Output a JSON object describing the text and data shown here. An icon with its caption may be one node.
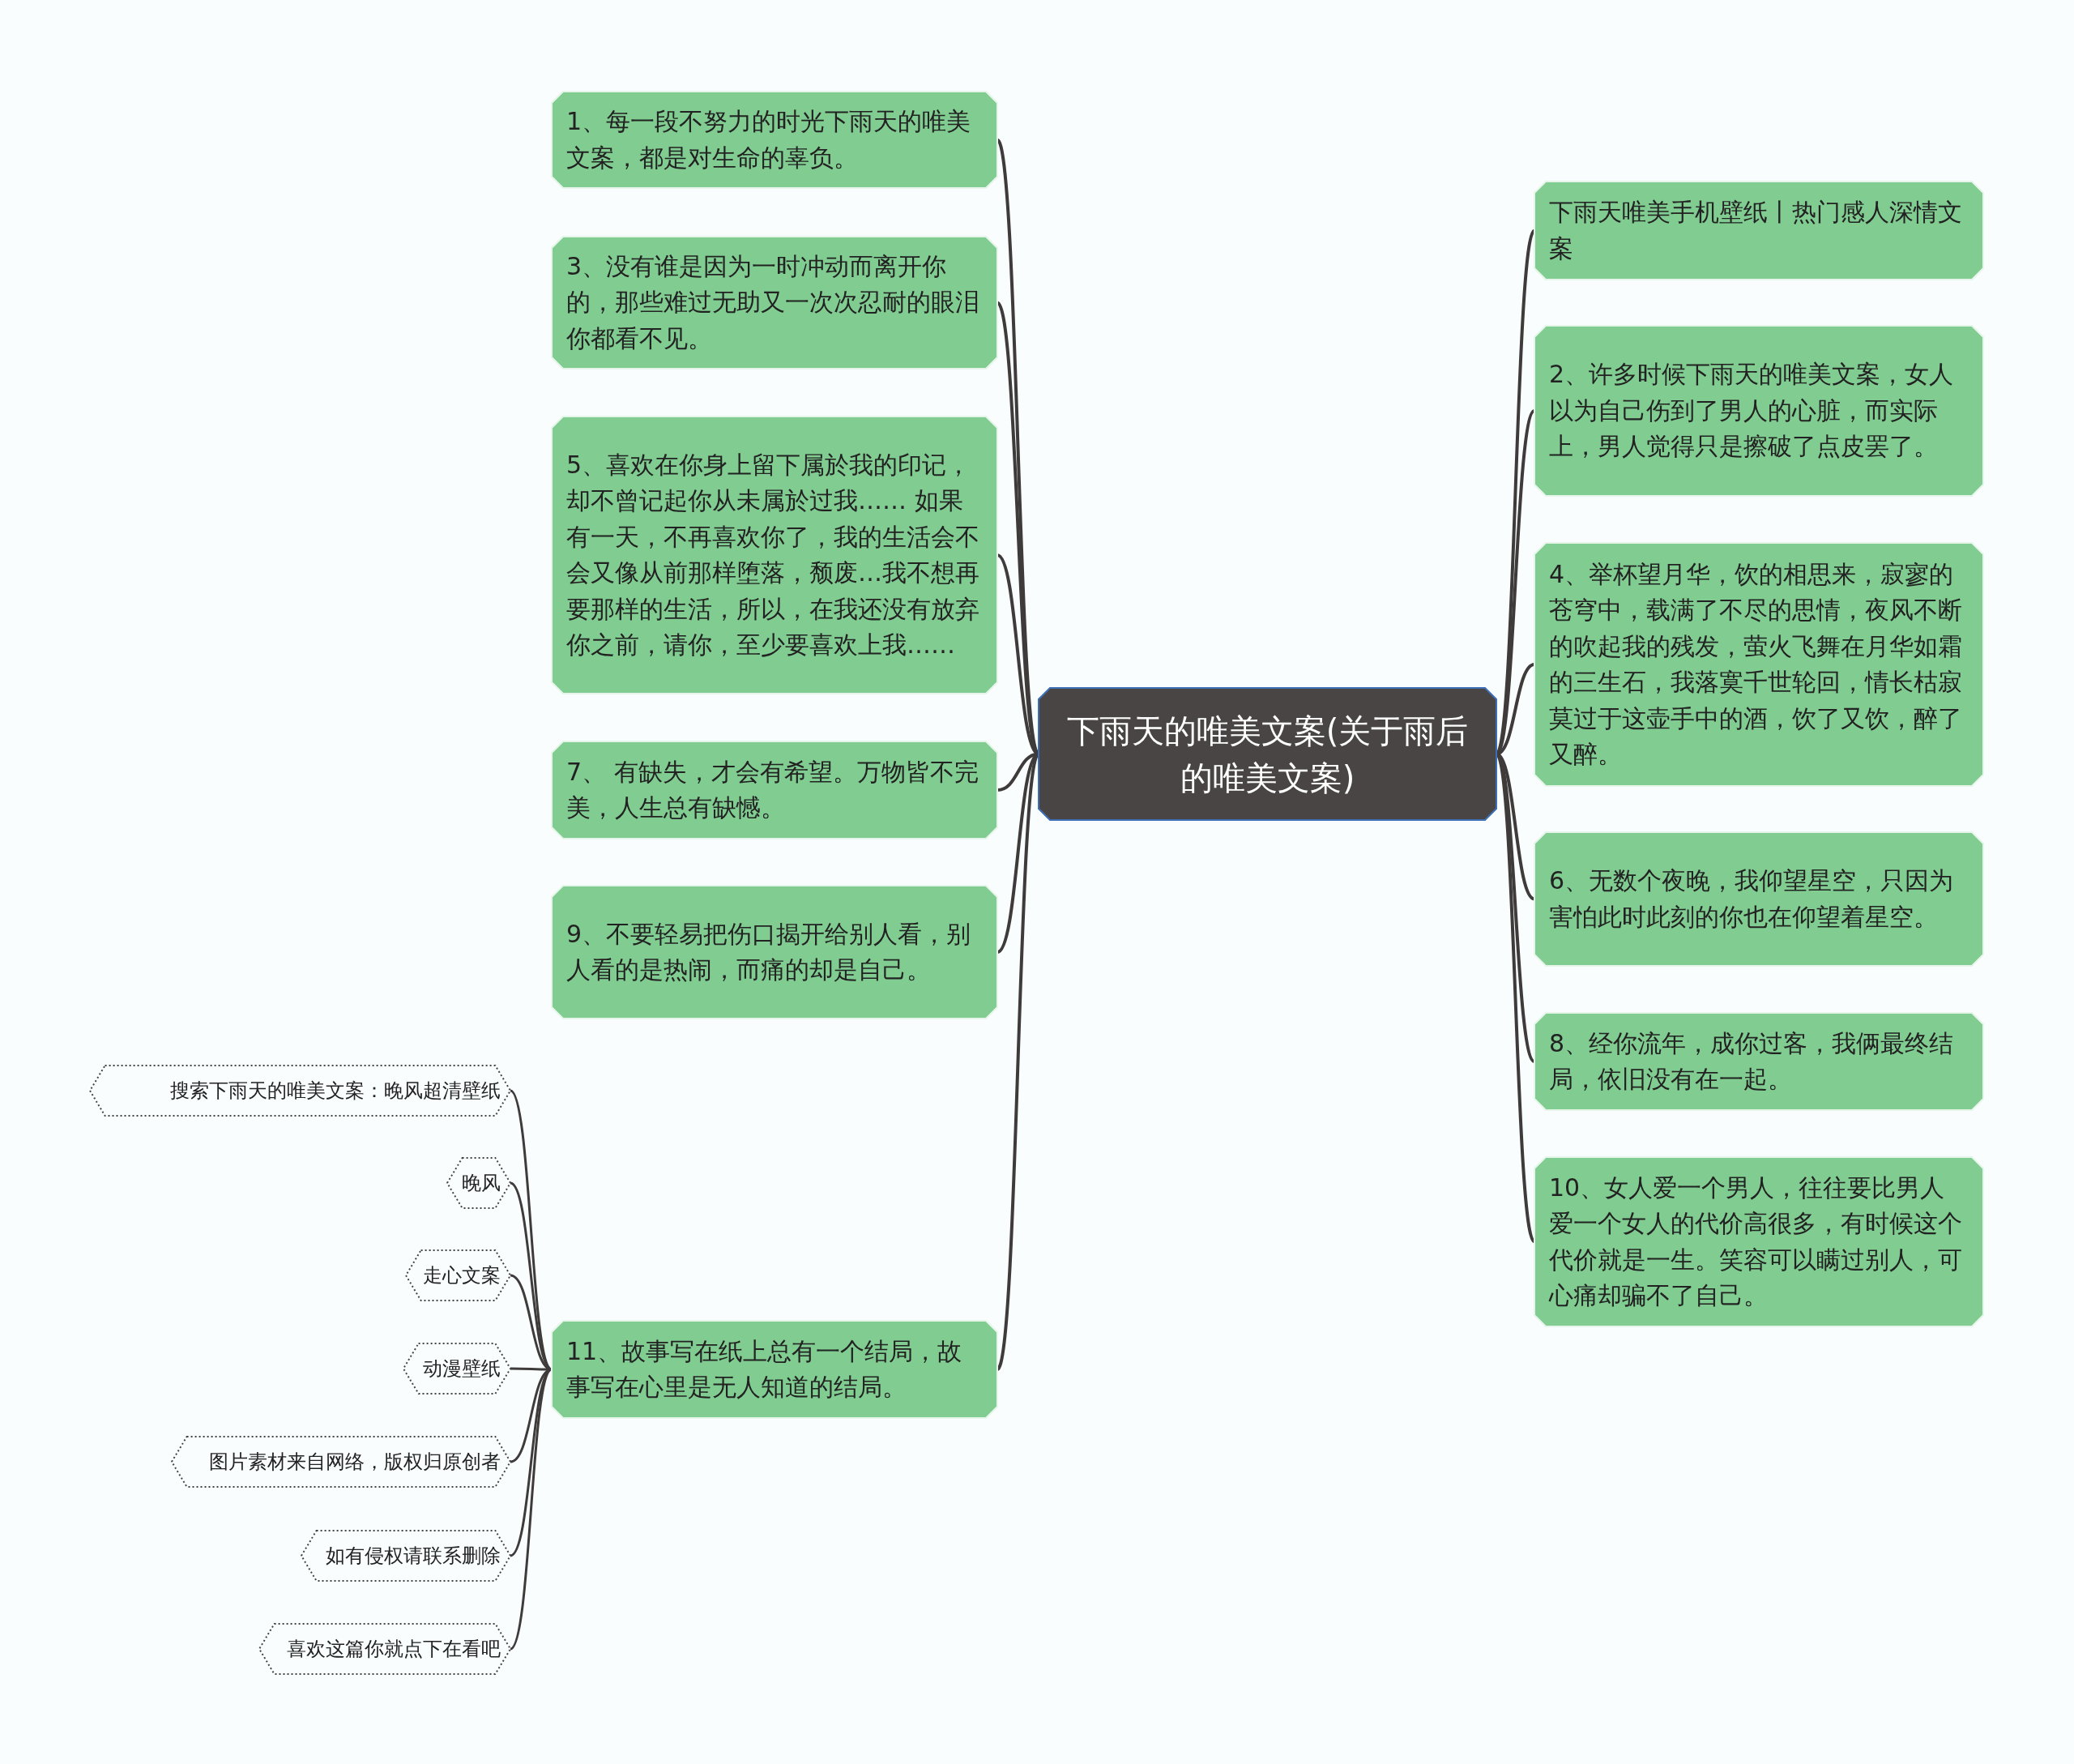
{
  "diagram": {
    "nodes": [
      {
        "text": [
          "下雨天的唯美文案(关于雨后的唯美文案)"
        ]
      },
      {
        "text": [
          "1、每一段不努力的时光下雨天的唯美文案，都是对生命的辜负。"
        ]
      },
      {
        "text": [
          "3、没有谁是因为一时冲动而离开你的，那些难过无助又一次次忍耐的眼泪你都看不见。"
        ]
      },
      {
        "text": [
          "5、喜欢在你身上留下属於我的印记，却不曾记起你从未属於过我…… 如果有一天，不再喜欢你了，我的生活会不会又像从前那样堕落，颓废…我不想再要那样的生活，所以，在我还没有放弃你之前，请你，至少要喜欢上我……"
        ]
      },
      {
        "text": [
          "7、 有缺失，才会有希望。万物皆不完美，人生总有缺憾。"
        ]
      },
      {
        "text": [
          "9、不要轻易把伤口揭开给别人看，别人看的是热闹，而痛的却是自己。"
        ]
      },
      {
        "text": [
          "11、故事写在纸上总有一个结局，故事写在心里是无人知道的结局。"
        ]
      },
      {
        "text": [
          "下雨天唯美手机壁纸丨热门感人深情文案"
        ]
      },
      {
        "text": [
          "2、许多时候下雨天的唯美文案，女人以为自己伤到了男人的心脏，而实际上，男人觉得只是擦破了点皮罢了。"
        ]
      },
      {
        "text": [
          "4、举杯望月华，饮的相思来，寂寥的苍穹中，载满了不尽的思情，夜风不断的吹起我的残发，萤火飞舞在月华如霜的三生石，我落寞千世轮回，情长枯寂莫过于这壶手中的酒，饮了又饮，醉了又醉。"
        ]
      },
      {
        "text": [
          "6、无数个夜晚，我仰望星空，只因为害怕此时此刻的你也在仰望着星空。"
        ]
      },
      {
        "text": [
          "8、经你流年，成你过客，我俩最终结局，依旧没有在一起。"
        ]
      },
      {
        "text": [
          "10、女人爱一个男人，往往要比男人爱一个女人的代价高很多，有时候这个代价就是一生。笑容可以瞒过别人，可心痛却骗不了自己。"
        ]
      },
      {
        "text": [
          "搜索下雨天的唯美文案：晚风超清壁纸"
        ]
      },
      {
        "text": [
          "晚风"
        ]
      },
      {
        "text": [
          "走心文案"
        ]
      },
      {
        "text": [
          "动漫壁纸"
        ]
      },
      {
        "text": [
          "图片素材来自网络，版权归原创者"
        ]
      },
      {
        "text": [
          "如有侵权请联系删除"
        ]
      },
      {
        "text": [
          "喜欢这篇你就点下在看吧"
        ]
      }
    ],
    "edges": [
      {
        "from": 0,
        "to": 1,
        "arrow": "none"
      },
      {
        "from": 0,
        "to": 2,
        "arrow": "none"
      },
      {
        "from": 0,
        "to": 3,
        "arrow": "none"
      },
      {
        "from": 0,
        "to": 4,
        "arrow": "none"
      },
      {
        "from": 0,
        "to": 5,
        "arrow": "none"
      },
      {
        "from": 0,
        "to": 6,
        "arrow": "none"
      },
      {
        "from": 0,
        "to": 7,
        "arrow": "none"
      },
      {
        "from": 0,
        "to": 8,
        "arrow": "none"
      },
      {
        "from": 0,
        "to": 9,
        "arrow": "none"
      },
      {
        "from": 0,
        "to": 10,
        "arrow": "none"
      },
      {
        "from": 0,
        "to": 11,
        "arrow": "none"
      },
      {
        "from": 0,
        "to": 12,
        "arrow": "none"
      },
      {
        "from": 6,
        "to": 13,
        "arrow": "none"
      },
      {
        "from": 6,
        "to": 14,
        "arrow": "none"
      },
      {
        "from": 6,
        "to": 15,
        "arrow": "none"
      },
      {
        "from": 6,
        "to": 16,
        "arrow": "none"
      },
      {
        "from": 6,
        "to": 17,
        "arrow": "none"
      },
      {
        "from": 6,
        "to": 18,
        "arrow": "none"
      },
      {
        "from": 6,
        "to": 19,
        "arrow": "none"
      }
    ]
  }
}
